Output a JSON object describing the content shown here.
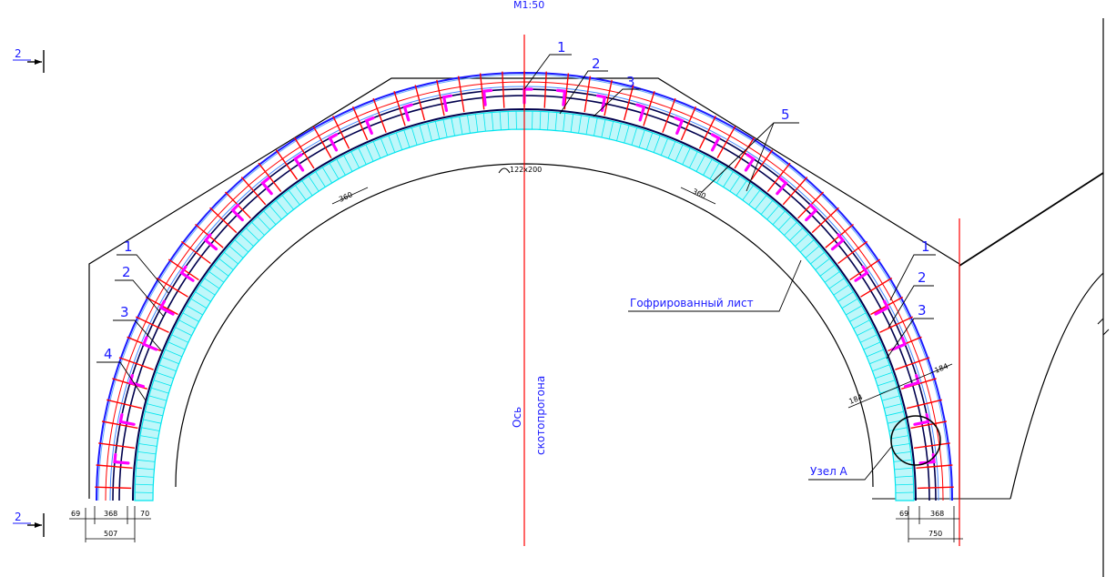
{
  "scale_label": "М1:50",
  "section_mark": "2",
  "axis_label_line1": "Ось",
  "axis_label_line2": "скотопрогона",
  "callouts": {
    "top_1": "1",
    "top_2": "2",
    "top_3": "3",
    "top_5": "5",
    "left_1": "1",
    "left_2": "2",
    "left_3": "3",
    "left_4": "4",
    "right_1": "1",
    "right_2": "2",
    "right_3": "3"
  },
  "sheet_label": "Гофрированный лист",
  "node_label": "Узел А",
  "profile_label": "122х200",
  "dimensions": {
    "spacing_left": "360",
    "spacing_right": "360",
    "radial_a": "184",
    "radial_b": "184",
    "bottom_left": [
      "69",
      "368",
      "70"
    ],
    "bottom_left_total": "507",
    "bottom_right": [
      "69",
      "368"
    ],
    "bottom_right_total": "750"
  },
  "colors": {
    "outline": "#000000",
    "arch_blue": "#1a1aff",
    "dark_blue": "#00004d",
    "rebar_red": "#ff0000",
    "anchor_magenta": "#ff00ff",
    "sheet_cyan": "#00e5ee",
    "axis_red": "#ff0000",
    "label_blue": "#1a1aff"
  }
}
